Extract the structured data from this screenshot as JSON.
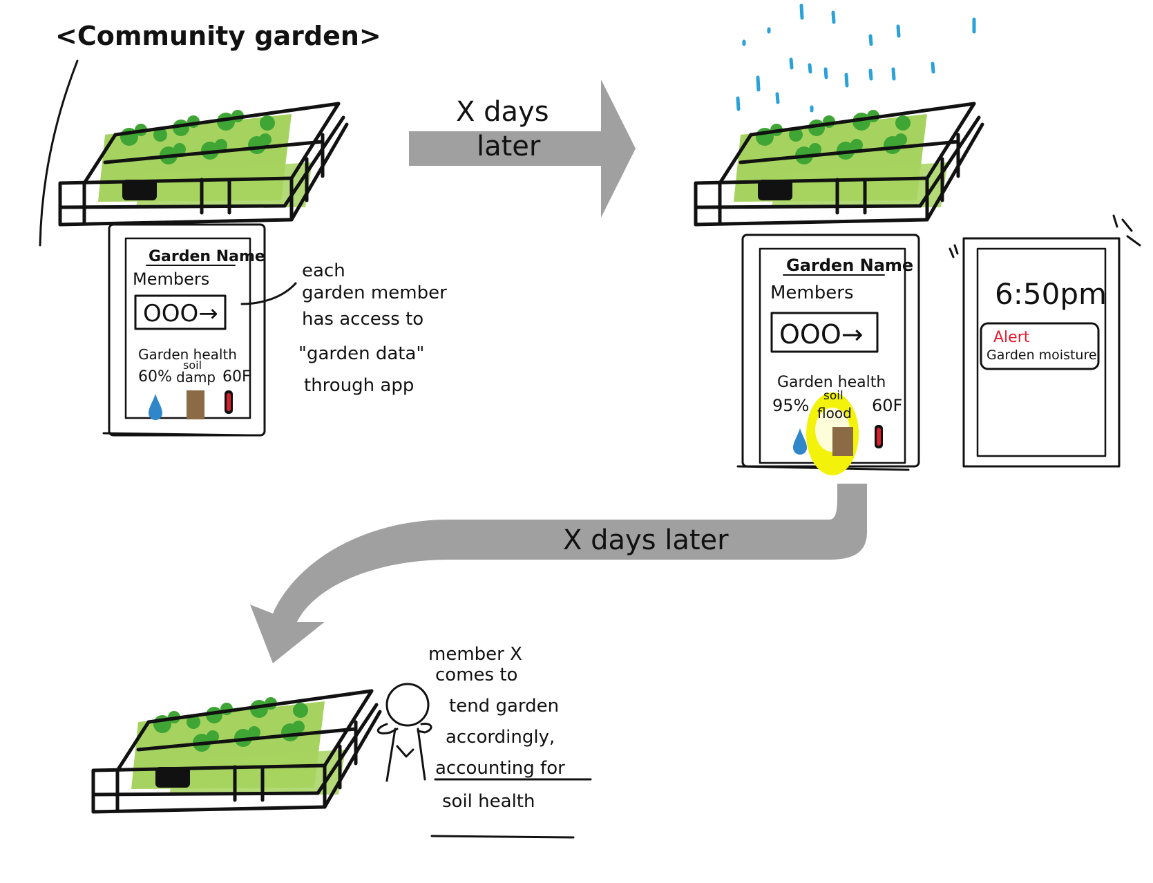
{
  "title": "<Community garden>",
  "transitions": {
    "first": [
      "X days",
      "later"
    ],
    "second": "X days later"
  },
  "phone_left": {
    "name": "Garden Name",
    "members": "Members",
    "avatars": "OOO→",
    "health_label": "Garden health",
    "percent": "60%",
    "soil_label": "soil",
    "soil_state": "damp",
    "temp": "60F"
  },
  "phone_right": {
    "name": "Garden Name",
    "members": "Members",
    "avatars": "OOO→",
    "health_label": "Garden health",
    "percent": "95%",
    "soil_label": "soil",
    "soil_state": "flood",
    "temp": "60F"
  },
  "lock_screen": {
    "time": "6:50pm",
    "alert_title": "Alert",
    "alert_text": "Garden moisture"
  },
  "note_access": [
    "each",
    "garden member",
    "has access to",
    "\"garden data\"",
    "through app"
  ],
  "note_member": [
    "member X",
    "comes to",
    "tend garden",
    "accordingly,",
    "accounting for",
    "soil health"
  ],
  "colors": {
    "ink": "#111111",
    "arrow": "#a0a0a0",
    "bed": "#a6d35f",
    "plant": "#3fa535",
    "rain": "#2aa1d8",
    "highlight": "#f2f20a",
    "alert": "#e8182a",
    "soil": "#8b6b45",
    "water_drop": "#2f86c9",
    "thermometer": "#d5212e"
  }
}
